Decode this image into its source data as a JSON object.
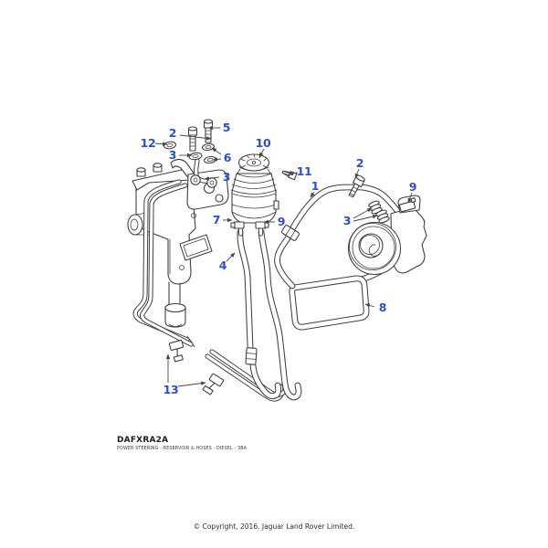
{
  "figure": {
    "code": "DAFXRA2A",
    "description": "POWER STEERING - RESERVOIR & HOSES - DIESEL - 3BA",
    "callout_color": "#2d4fc8",
    "line_color": "#404040",
    "callouts": [
      {
        "label": "2",
        "part": "banjo-bolt-upper"
      },
      {
        "label": "5",
        "part": "banjo-bolt-lower"
      },
      {
        "label": "12",
        "part": "washer"
      },
      {
        "label": "3",
        "part": "sealing-washer-gear"
      },
      {
        "label": "6",
        "part": "sealing-washer-pair"
      },
      {
        "label": "3",
        "part": "sealing-washer-valve"
      },
      {
        "label": "10",
        "part": "reservoir-cap"
      },
      {
        "label": "11",
        "part": "reservoir-screw"
      },
      {
        "label": "1",
        "part": "supply-hose"
      },
      {
        "label": "2",
        "part": "pump-bolt"
      },
      {
        "label": "9",
        "part": "pump-hose-clip"
      },
      {
        "label": "3",
        "part": "pump-seals"
      },
      {
        "label": "7",
        "part": "reservoir-hose-clip-left"
      },
      {
        "label": "9",
        "part": "reservoir-hose-clip-right"
      },
      {
        "label": "4",
        "part": "reservoir-hose"
      },
      {
        "label": "8",
        "part": "cooler-loop-hose"
      },
      {
        "label": "13",
        "part": "pipe-clips"
      }
    ]
  },
  "footer": {
    "copyright": "© Copyright, 2016. Jaguar Land Rover Limited."
  }
}
